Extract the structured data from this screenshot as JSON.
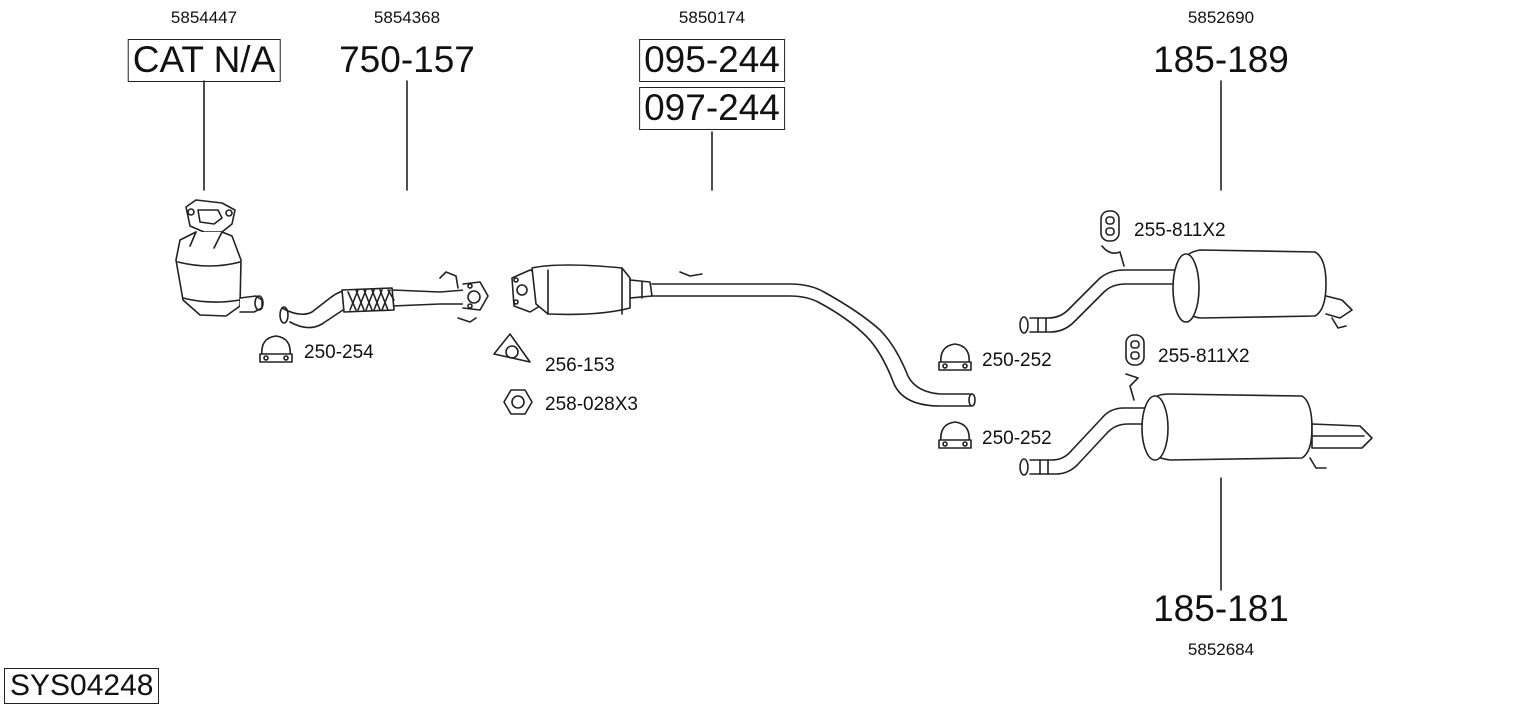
{
  "system_code": "SYS04248",
  "parts": [
    {
      "oe": "5854447",
      "number": "CAT N/A",
      "boxed": true
    },
    {
      "oe": "5854368",
      "number": "750-157",
      "boxed": false
    },
    {
      "oe": "5850174",
      "numbers": [
        "095-244",
        "097-244"
      ],
      "boxed": true
    },
    {
      "oe": "5852690",
      "number": "185-189",
      "boxed": false
    },
    {
      "oe": "5852684",
      "number": "185-181",
      "boxed": false
    }
  ],
  "accessories": {
    "clamp_front": "250-254",
    "gasket": "256-153",
    "nut": "258-028X3",
    "clamp_mid": "250-252",
    "clamp_rear": "250-252",
    "hanger_upper": "255-811X2",
    "hanger_lower": "255-811X2"
  },
  "icons": [
    "clamp-icon",
    "gasket-icon",
    "nut-icon",
    "rubber-hanger-icon"
  ]
}
